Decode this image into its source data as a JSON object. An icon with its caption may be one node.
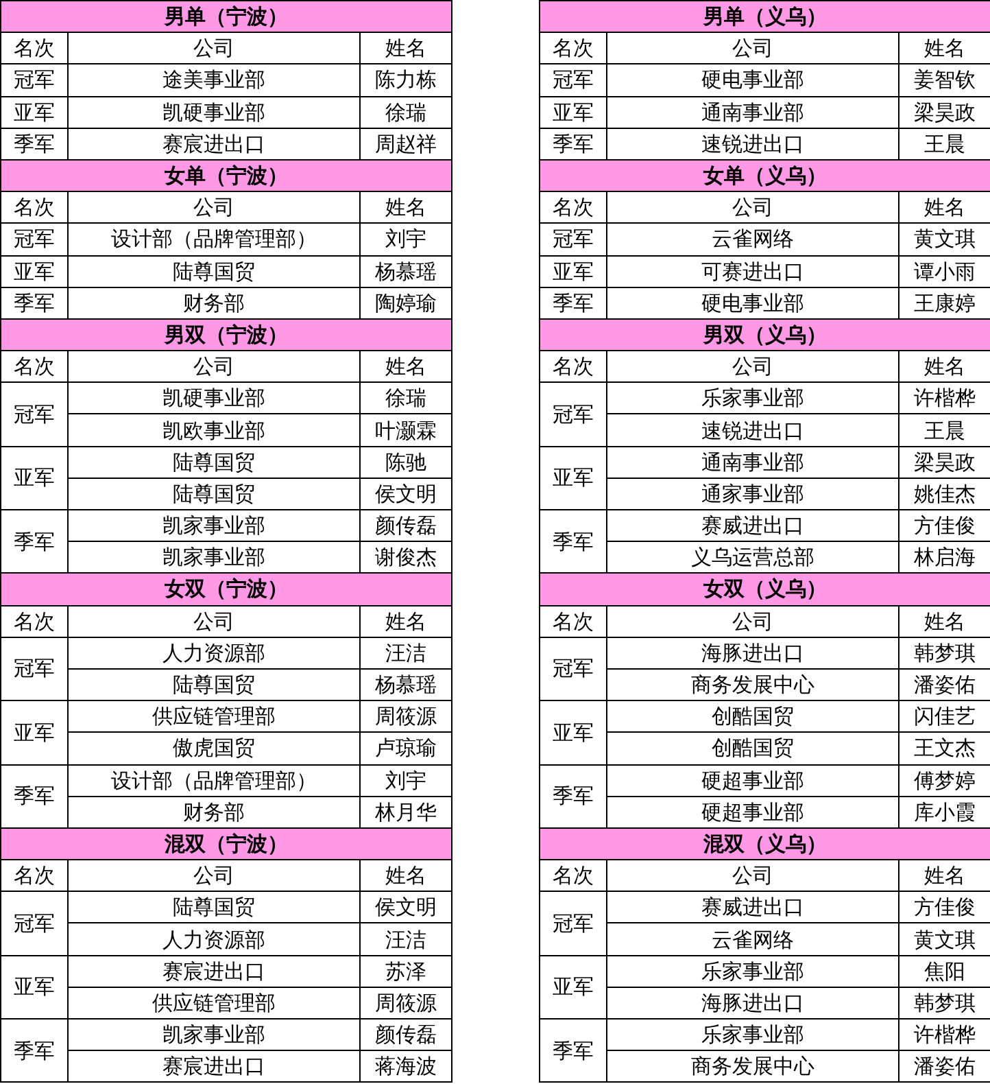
{
  "diagram": {
    "labels": [
      "男单（宁波）",
      "名次",
      "公司",
      "姓名",
      "冠军",
      "途美事业部",
      "陈力栋",
      "亚军",
      "凯硬事业部",
      "徐瑞",
      "季军",
      "赛宸进出口",
      "周赵祥",
      "女单（宁波）",
      "名次",
      "公司",
      "姓名",
      "冠军",
      "设计部（品牌管理部）",
      "刘宇",
      "亚军",
      "陆尊国贸",
      "杨慕瑶",
      "季军",
      "财务部",
      "陶婷瑜",
      "男双（宁波）",
      "名次",
      "公司",
      "姓名",
      "冠军",
      "凯硬事业部",
      "徐瑞",
      "凯欧事业部",
      "叶灏霖",
      "亚军",
      "陆尊国贸",
      "陈驰",
      "陆尊国贸",
      "侯文明",
      "季军",
      "凯家事业部",
      "颜传磊",
      "凯家事业部",
      "谢俊杰",
      "女双（宁波）",
      "名次",
      "公司",
      "姓名",
      "冠军",
      "人力资源部",
      "汪洁",
      "陆尊国贸",
      "杨慕瑶",
      "亚军",
      "供应链管理部",
      "周筱源",
      "傲虎国贸",
      "卢琼瑜",
      "季军",
      "设计部（品牌管理部）",
      "刘宇",
      "财务部",
      "林月华",
      "混双（宁波）",
      "名次",
      "公司",
      "姓名",
      "冠军",
      "陆尊国贸",
      "侯文明",
      "人力资源部",
      "汪洁",
      "亚军",
      "赛宸进出口",
      "苏泽",
      "供应链管理部",
      "周筱源",
      "季军",
      "凯家事业部",
      "颜传磊",
      "赛宸进出口",
      "蒋海波",
      "男单（义乌）",
      "名次",
      "公司",
      "姓名",
      "冠军",
      "硬电事业部",
      "姜智钦",
      "亚军",
      "通南事业部",
      "梁昊政",
      "季军",
      "速锐进出口",
      "王晨",
      "女单（义乌）",
      "名次",
      "公司",
      "姓名",
      "冠军",
      "云雀网络",
      "黄文琪",
      "亚军",
      "可赛进出口",
      "谭小雨",
      "季军",
      "硬电事业部",
      "王康婷",
      "男双（义乌）",
      "名次",
      "公司",
      "姓名",
      "冠军",
      "乐家事业部",
      "许楷桦",
      "速锐进出口",
      "王晨",
      "亚军",
      "通南事业部",
      "梁昊政",
      "通家事业部",
      "姚佳杰",
      "季军",
      "赛威进出口",
      "方佳俊",
      "义乌运营总部",
      "林启海",
      "女双（义乌）",
      "名次",
      "公司",
      "姓名",
      "冠军",
      "海豚进出口",
      "韩梦琪",
      "商务发展中心",
      "潘姿佑",
      "亚军",
      "创酷国贸",
      "闪佳艺",
      "创酷国贸",
      "王文杰",
      "季军",
      "硬超事业部",
      "傅梦婷",
      "硬超事业部",
      "库小霞",
      "混双（义乌）",
      "名次",
      "公司",
      "姓名",
      "冠军",
      "赛威进出口",
      "方佳俊",
      "云雀网络",
      "黄文琪",
      "亚军",
      "乐家事业部",
      "焦阳",
      "海豚进出口",
      "韩梦琪",
      "季军",
      "乐家事业部",
      "许楷桦",
      "商务发展中心",
      "潘姿佑"
    ]
  }
}
